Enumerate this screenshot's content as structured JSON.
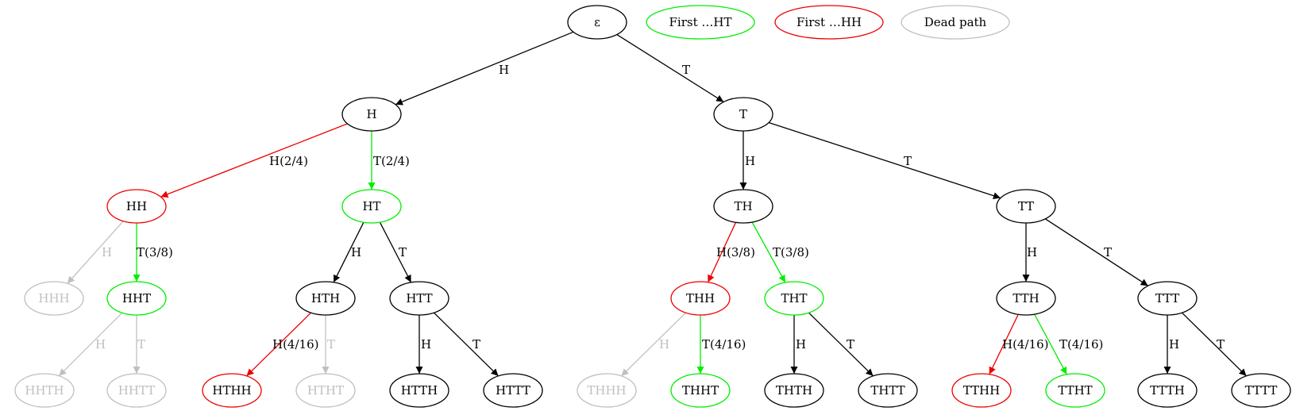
{
  "colors": {
    "default": "#000000",
    "first_ht": "#00ee00",
    "first_hh": "#ee0000",
    "dead": "#bfbfbf"
  },
  "legend": [
    {
      "label": "First …HT",
      "style": "first_ht"
    },
    {
      "label": "First …HH",
      "style": "first_hh"
    },
    {
      "label": "Dead path",
      "style": "dead"
    }
  ],
  "tree": {
    "nodes": [
      {
        "id": "root",
        "label": "ε",
        "style": "default"
      },
      {
        "id": "H",
        "label": "H",
        "style": "default"
      },
      {
        "id": "T",
        "label": "T",
        "style": "default"
      },
      {
        "id": "HH",
        "label": "HH",
        "style": "first_hh"
      },
      {
        "id": "HT",
        "label": "HT",
        "style": "first_ht"
      },
      {
        "id": "TH",
        "label": "TH",
        "style": "default"
      },
      {
        "id": "TT",
        "label": "TT",
        "style": "default"
      },
      {
        "id": "HHH",
        "label": "HHH",
        "style": "dead"
      },
      {
        "id": "HHT",
        "label": "HHT",
        "style": "first_ht"
      },
      {
        "id": "HTH",
        "label": "HTH",
        "style": "default"
      },
      {
        "id": "HTT",
        "label": "HTT",
        "style": "default"
      },
      {
        "id": "THH",
        "label": "THH",
        "style": "first_hh"
      },
      {
        "id": "THT",
        "label": "THT",
        "style": "first_ht"
      },
      {
        "id": "TTH",
        "label": "TTH",
        "style": "default"
      },
      {
        "id": "TTT",
        "label": "TTT",
        "style": "default"
      },
      {
        "id": "HHTH",
        "label": "HHTH",
        "style": "dead"
      },
      {
        "id": "HHTT",
        "label": "HHTT",
        "style": "dead"
      },
      {
        "id": "HTHH",
        "label": "HTHH",
        "style": "first_hh"
      },
      {
        "id": "HTHT",
        "label": "HTHT",
        "style": "dead"
      },
      {
        "id": "HTTH",
        "label": "HTTH",
        "style": "default"
      },
      {
        "id": "HTTT",
        "label": "HTTT",
        "style": "default"
      },
      {
        "id": "THHH",
        "label": "THHH",
        "style": "dead"
      },
      {
        "id": "THHT",
        "label": "THHT",
        "style": "first_ht"
      },
      {
        "id": "THTH",
        "label": "THTH",
        "style": "default"
      },
      {
        "id": "THTT",
        "label": "THTT",
        "style": "default"
      },
      {
        "id": "TTHH",
        "label": "TTHH",
        "style": "first_hh"
      },
      {
        "id": "TTHT",
        "label": "TTHT",
        "style": "first_ht"
      },
      {
        "id": "TTTH",
        "label": "TTTH",
        "style": "default"
      },
      {
        "id": "TTTT",
        "label": "TTTT",
        "style": "default"
      }
    ],
    "edges": [
      {
        "from": "root",
        "to": "H",
        "label": "H",
        "style": "default"
      },
      {
        "from": "root",
        "to": "T",
        "label": "T",
        "style": "default"
      },
      {
        "from": "H",
        "to": "HH",
        "label": "H(2/4)",
        "style": "first_hh"
      },
      {
        "from": "H",
        "to": "HT",
        "label": "T(2/4)",
        "style": "first_ht"
      },
      {
        "from": "T",
        "to": "TH",
        "label": "H",
        "style": "default"
      },
      {
        "from": "T",
        "to": "TT",
        "label": "T",
        "style": "default"
      },
      {
        "from": "HH",
        "to": "HHH",
        "label": "H",
        "style": "dead"
      },
      {
        "from": "HH",
        "to": "HHT",
        "label": "T(3/8)",
        "style": "first_ht"
      },
      {
        "from": "HT",
        "to": "HTH",
        "label": "H",
        "style": "default"
      },
      {
        "from": "HT",
        "to": "HTT",
        "label": "T",
        "style": "default"
      },
      {
        "from": "TH",
        "to": "THH",
        "label": "H(3/8)",
        "style": "first_hh"
      },
      {
        "from": "TH",
        "to": "THT",
        "label": "T(3/8)",
        "style": "first_ht"
      },
      {
        "from": "TT",
        "to": "TTH",
        "label": "H",
        "style": "default"
      },
      {
        "from": "TT",
        "to": "TTT",
        "label": "T",
        "style": "default"
      },
      {
        "from": "HHT",
        "to": "HHTH",
        "label": "H",
        "style": "dead"
      },
      {
        "from": "HHT",
        "to": "HHTT",
        "label": "T",
        "style": "dead"
      },
      {
        "from": "HTH",
        "to": "HTHH",
        "label": "H(4/16)",
        "style": "first_hh"
      },
      {
        "from": "HTH",
        "to": "HTHT",
        "label": "T",
        "style": "dead"
      },
      {
        "from": "HTT",
        "to": "HTTH",
        "label": "H",
        "style": "default"
      },
      {
        "from": "HTT",
        "to": "HTTT",
        "label": "T",
        "style": "default"
      },
      {
        "from": "THH",
        "to": "THHH",
        "label": "H",
        "style": "dead"
      },
      {
        "from": "THH",
        "to": "THHT",
        "label": "T(4/16)",
        "style": "first_ht"
      },
      {
        "from": "THT",
        "to": "THTH",
        "label": "H",
        "style": "default"
      },
      {
        "from": "THT",
        "to": "THTT",
        "label": "T",
        "style": "default"
      },
      {
        "from": "TTH",
        "to": "TTHH",
        "label": "H(4/16)",
        "style": "first_hh"
      },
      {
        "from": "TTH",
        "to": "TTHT",
        "label": "T(4/16)",
        "style": "first_ht"
      },
      {
        "from": "TTT",
        "to": "TTTH",
        "label": "H",
        "style": "default"
      },
      {
        "from": "TTT",
        "to": "TTTT",
        "label": "T",
        "style": "default"
      }
    ]
  }
}
